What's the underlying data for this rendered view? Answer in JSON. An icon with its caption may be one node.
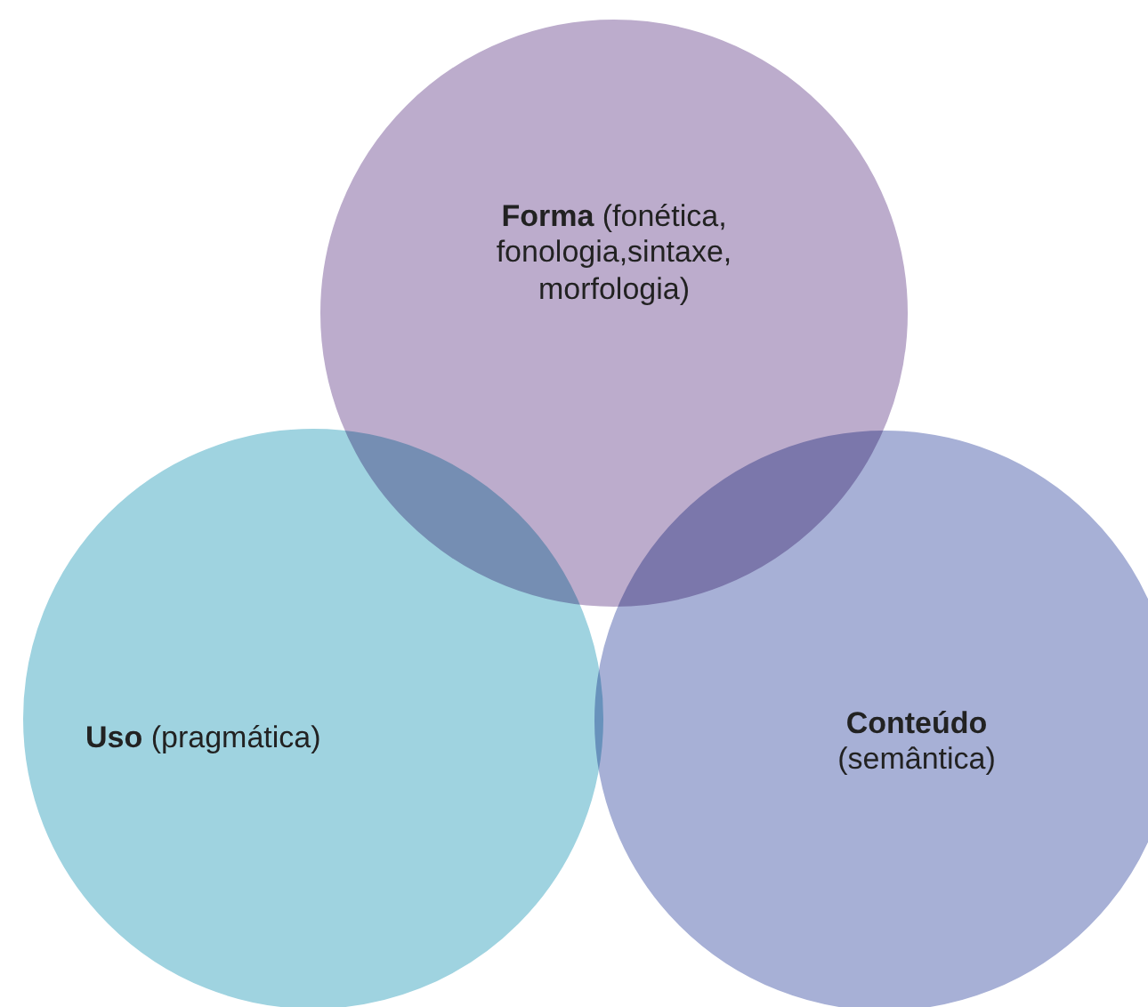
{
  "diagram": {
    "nodes": [
      {
        "text": [
          "**Forma** (fonética, fonologia,sintaxe, morfologia)"
        ]
      },
      {
        "text": [
          "**Uso** (pragmática)"
        ]
      },
      {
        "text": [
          "**Conteúdo** (semântica)"
        ]
      }
    ]
  }
}
